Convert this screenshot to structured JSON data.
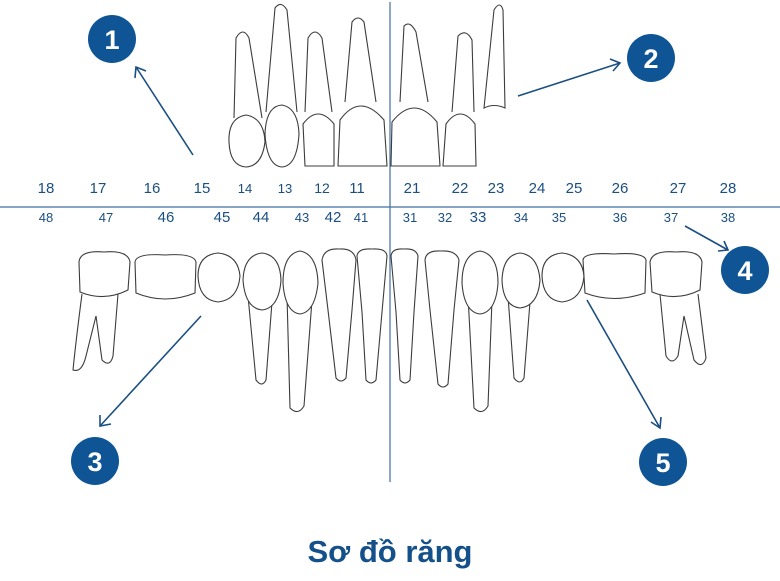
{
  "title": "Sơ đồ răng",
  "upper_numbers": [
    "18",
    "17",
    "16",
    "15",
    "14",
    "13",
    "12",
    "11",
    "21",
    "22",
    "23",
    "24",
    "25",
    "26",
    "27",
    "28"
  ],
  "lower_numbers": [
    "48",
    "47",
    "46",
    "45",
    "44",
    "43",
    "42",
    "41",
    "31",
    "32",
    "33",
    "34",
    "35",
    "36",
    "37",
    "38"
  ],
  "callouts": [
    {
      "label": "1",
      "target": "upper-right-premolar"
    },
    {
      "label": "2",
      "target": "upper-left-canine"
    },
    {
      "label": "3",
      "target": "lower-right-premolar-45"
    },
    {
      "label": "4",
      "target": "lower-left-molar-38"
    },
    {
      "label": "5",
      "target": "lower-left-premolar-35"
    }
  ],
  "colors": {
    "accent": "#0f5596",
    "line": "#3f6fa0",
    "tooth_outline": "#3c3c3c"
  }
}
